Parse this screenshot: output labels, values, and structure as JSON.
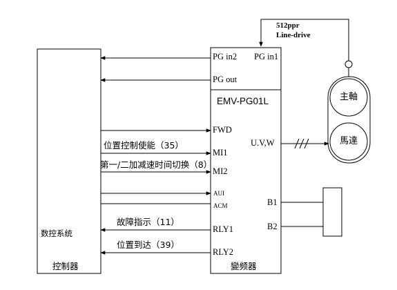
{
  "controller": {
    "system_label": "数控系统",
    "label": "控制器"
  },
  "inverter": {
    "label": "變频器",
    "card_model": "EMV-PG01L",
    "terminals": {
      "pg_in2": "PG in2",
      "pg_in1": "PG in1",
      "pg_out": "PG out",
      "fwd": "FWD",
      "mi1": "MI1",
      "mi2": "MI2",
      "aui": "AUI",
      "acm": "ACM",
      "rly1": "RLY1",
      "rly2": "RLY2",
      "uvw": "U.V,W",
      "b1": "B1",
      "b2": "B2"
    }
  },
  "signals": {
    "position_enable": "位置控制使能（35）",
    "accel_switch": "第一/二加减速时间切换（8）",
    "fault": "故障指示（11）",
    "position_reached": "位置到达（39）"
  },
  "encoder": {
    "ppr": "512ppr",
    "type": "Line-drive"
  },
  "motor": {
    "spindle_label": "主軸",
    "motor_label": "馬達"
  }
}
